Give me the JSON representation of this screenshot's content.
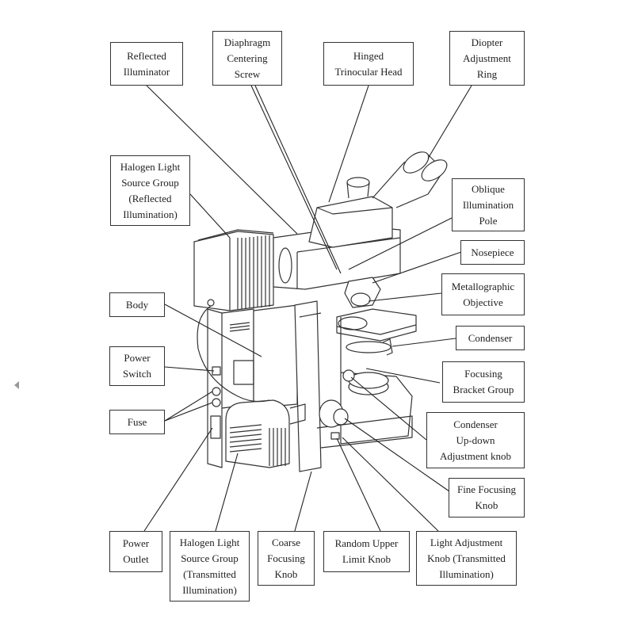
{
  "title": "Microscope Component Diagram",
  "labels": {
    "reflected_illuminator": [
      "Reflected",
      "Illuminator"
    ],
    "diaphragm_centering_screw": [
      "Diaphragm",
      "Centering",
      "Screw"
    ],
    "hinged_trinocular_head": [
      "Hinged",
      "Trinocular Head"
    ],
    "diopter_adjustment_ring": [
      "Diopter",
      "Adjustment",
      "Ring"
    ],
    "halogen_reflected": [
      "Halogen Light",
      "Source Group",
      "(Reflected",
      "Illumination)"
    ],
    "oblique_illumination_pole": [
      "Oblique",
      "Illumination",
      "Pole"
    ],
    "nosepiece": [
      "Nosepiece"
    ],
    "metallographic_objective": [
      "Metallographic",
      "Objective"
    ],
    "condenser": [
      "Condenser"
    ],
    "focusing_bracket_group": [
      "Focusing",
      "Bracket Group"
    ],
    "condenser_updown_knob": [
      "Condenser",
      "Up-down",
      "Adjustment knob"
    ],
    "fine_focusing_knob": [
      "Fine Focusing",
      "Knob"
    ],
    "body": [
      "Body"
    ],
    "power_switch": [
      "Power",
      "Switch"
    ],
    "fuse": [
      "Fuse"
    ],
    "power_outlet": [
      "Power",
      "Outlet"
    ],
    "halogen_transmitted": [
      "Halogen Light",
      "Source Group",
      "(Transmitted",
      "Illumination)"
    ],
    "coarse_focusing_knob": [
      "Coarse",
      "Focusing",
      "Knob"
    ],
    "random_upper_limit_knob": [
      "Random Upper",
      "Limit Knob"
    ],
    "light_adjustment_knob": [
      "Light Adjustment",
      "Knob (Transmitted",
      "Illumination)"
    ]
  },
  "colors": {
    "line": "#333333",
    "background": "#ffffff",
    "nav_arrow": "#999999"
  }
}
